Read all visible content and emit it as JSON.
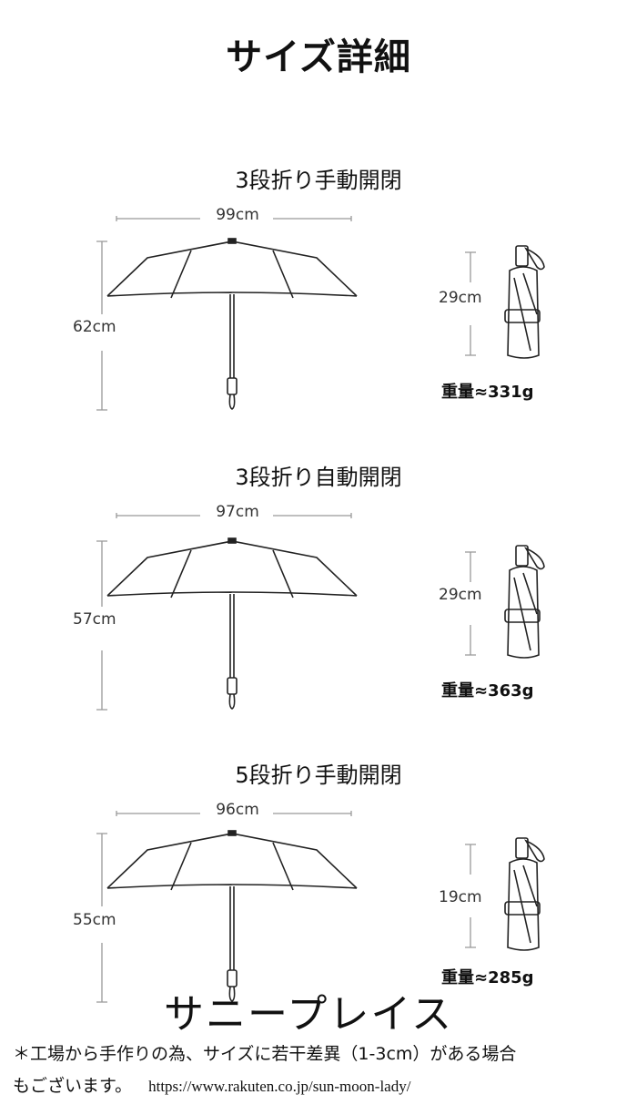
{
  "title": "サイズ詳細",
  "sections": [
    {
      "name": "3段折り手動開閉",
      "width": "99cm",
      "height": "62cm",
      "folded": "29cm",
      "weight": "重量≈331g"
    },
    {
      "name": "3段折り自動開閉",
      "width": "97cm",
      "height": "57cm",
      "folded": "29cm",
      "weight": "重量≈363g"
    },
    {
      "name": "5段折り手動開閉",
      "width": "96cm",
      "height": "55cm",
      "folded": "19cm",
      "weight": "重量≈285g"
    }
  ],
  "note_line1": "＊工場から手作りの為、サイズに若干差異（1-3cm）がある場合",
  "note_line2": "もございます。",
  "url": "https://www.rakuten.co.jp/sun-moon-lady/",
  "watermark": "サニープレイス"
}
